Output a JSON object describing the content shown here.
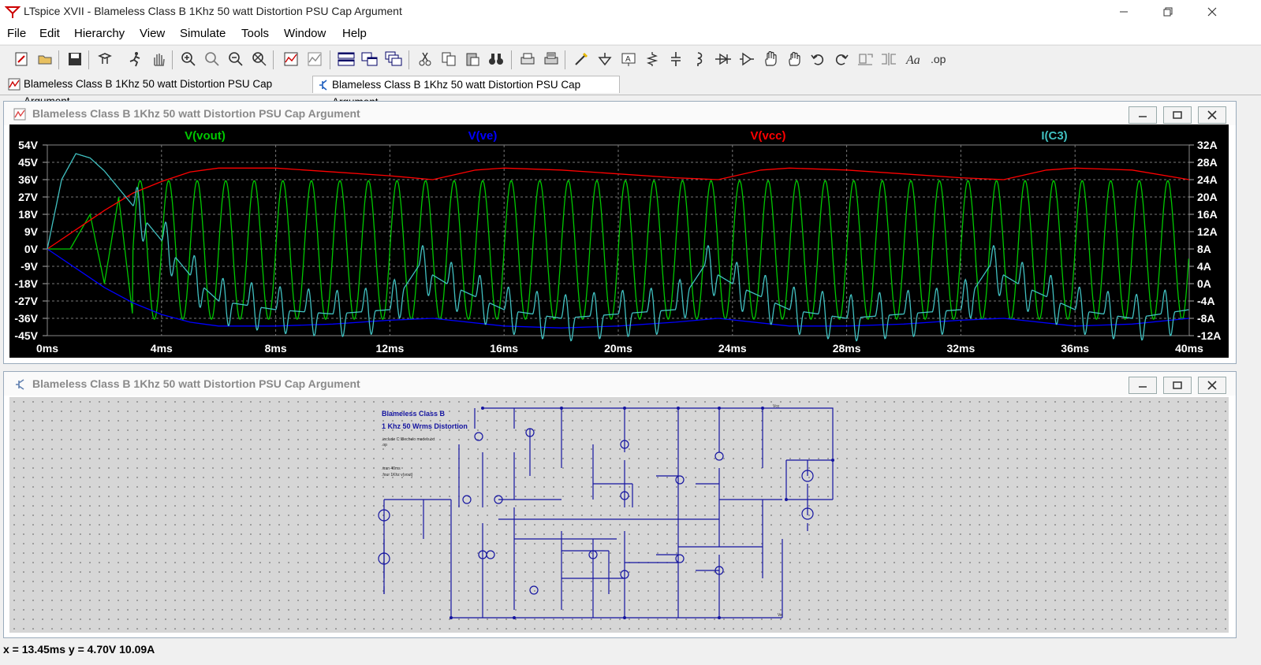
{
  "window": {
    "title": "LTspice XVII - Blameless Class B 1Khz 50 watt Distortion PSU Cap Argument"
  },
  "menu": [
    "File",
    "Edit",
    "Hierarchy",
    "View",
    "Simulate",
    "Tools",
    "Window",
    "Help"
  ],
  "toolbar_icons": [
    "new-schematic-icon",
    "open-icon",
    "save-icon",
    "control-panel-icon",
    "run-icon",
    "halt-icon",
    "zoom-in-icon",
    "zoom-pan-icon",
    "zoom-out-icon",
    "zoom-fit-icon",
    "autorange-icon",
    "pick-visible-traces-icon",
    "tile-horizontal-icon",
    "tile-vertical-icon",
    "cascade-icon",
    "cut-icon",
    "copy-icon",
    "paste-icon",
    "find-icon",
    "print-preview-icon",
    "print-icon",
    "wire-icon",
    "ground-icon",
    "label-net-icon",
    "resistor-icon",
    "capacitor-icon",
    "inductor-icon",
    "diode-icon",
    "component-icon",
    "move-icon",
    "drag-icon",
    "undo-icon",
    "redo-icon",
    "rotate-icon",
    "mirror-icon",
    "text-icon",
    "spice-directive-icon"
  ],
  "tabs": [
    {
      "label": "Blameless Class B 1Khz 50 watt Distortion PSU Cap Argument",
      "kind": "plot"
    },
    {
      "label": "Blameless Class B 1Khz 50 watt Distortion PSU Cap Argument",
      "kind": "schematic",
      "active": true
    }
  ],
  "plot_window": {
    "title": "Blameless Class B 1Khz 50 watt Distortion PSU Cap Argument"
  },
  "schematic_window": {
    "title": "Blameless Class B 1Khz 50 watt Distortion PSU Cap Argument",
    "text": {
      "heading1": "Blameless Class B",
      "heading2": "1 Khz 50 Wrms Distortion",
      "include": ".include C:\\Bechelo models.txt",
      "options": ".op",
      "tran": ".tran 40ms",
      "four": ".four 1Khz v(vout)",
      "vcc": "Vcc",
      "ve": "Ve"
    }
  },
  "status": {
    "text": "x = 13.45ms   y = 4.70V  10.09A"
  },
  "chart_data": {
    "type": "line",
    "x": {
      "label": "",
      "range": [
        0,
        40
      ],
      "ticks": [
        "0ms",
        "4ms",
        "8ms",
        "12ms",
        "16ms",
        "20ms",
        "24ms",
        "28ms",
        "32ms",
        "36ms",
        "40ms"
      ]
    },
    "y_left": {
      "range": [
        -45,
        54
      ],
      "ticks": [
        "54V",
        "45V",
        "36V",
        "27V",
        "18V",
        "9V",
        "0V",
        "-9V",
        "-18V",
        "-27V",
        "-36V",
        "-45V"
      ]
    },
    "y_right": {
      "range": [
        -12,
        32
      ],
      "ticks": [
        "32A",
        "28A",
        "24A",
        "20A",
        "16A",
        "12A",
        "8A",
        "4A",
        "0A",
        "-4A",
        "-8A",
        "-12A"
      ]
    },
    "grid": true,
    "legend_position": "top",
    "series": [
      {
        "name": "V(vout)",
        "color": "#00c800",
        "axis": "left",
        "description_points": {
          "frequency_khz": 1,
          "amplitude_v": 36
        },
        "x": [
          0,
          0.8,
          1.5,
          2,
          2.5,
          3,
          40
        ],
        "y": [
          0,
          0,
          18,
          -18,
          27,
          -36,
          0
        ]
      },
      {
        "name": "V(ve)",
        "color": "#0000ff",
        "axis": "left",
        "x": [
          0,
          1,
          2,
          3,
          4,
          5,
          6,
          8,
          10,
          12,
          13.5,
          16,
          18,
          20,
          22,
          23.5,
          26,
          28,
          30,
          32,
          33.5,
          36,
          38,
          40
        ],
        "y": [
          0,
          -10,
          -20,
          -28,
          -34,
          -38,
          -40,
          -40,
          -39,
          -37,
          -36,
          -40,
          -41,
          -40,
          -38,
          -36,
          -40,
          -40,
          -39,
          -37,
          -36,
          -40,
          -39,
          -36
        ]
      },
      {
        "name": "V(vcc)",
        "color": "#ff0000",
        "axis": "left",
        "x": [
          0,
          1,
          2,
          3,
          4,
          5,
          6,
          8,
          10,
          12,
          13.5,
          15,
          16,
          18,
          20,
          22,
          23.5,
          25,
          26,
          28,
          30,
          32,
          33.5,
          35,
          36,
          38,
          40
        ],
        "y": [
          0,
          10,
          20,
          29,
          35,
          40,
          42,
          42,
          40,
          38,
          36,
          41,
          42,
          41,
          39,
          37,
          36,
          41,
          42,
          41,
          39,
          37,
          36,
          41,
          42,
          41,
          36
        ]
      },
      {
        "name": "I(C3)",
        "color": "#40c0c0",
        "axis": "right",
        "x": [
          0,
          0.5,
          1,
          1.5,
          2,
          2.5,
          3,
          3.5,
          4,
          5,
          6,
          8,
          10,
          12,
          13,
          14,
          16,
          18,
          20,
          22,
          23,
          24,
          26,
          28,
          30,
          32,
          33,
          34,
          36,
          38,
          40
        ],
        "y": [
          8,
          24,
          30,
          29,
          26,
          22,
          18,
          14,
          10,
          2,
          -4,
          -6,
          -7,
          -6,
          4,
          0,
          -6,
          -8,
          -7,
          -6,
          4,
          0,
          -6,
          -8,
          -7,
          -6,
          4,
          0,
          -6,
          -8,
          -6
        ]
      }
    ]
  }
}
